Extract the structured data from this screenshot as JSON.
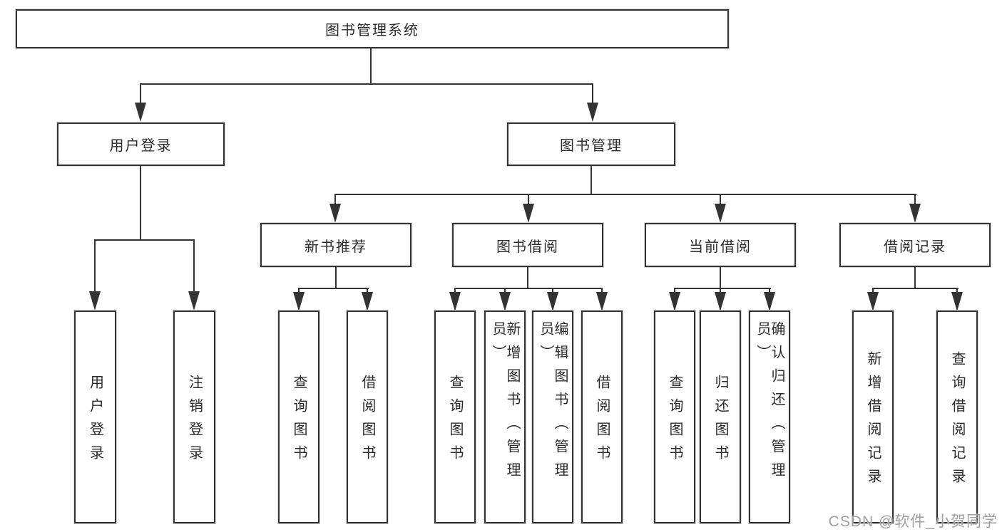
{
  "tree": {
    "root": "图书管理系统",
    "branches": [
      {
        "label": "用户登录",
        "children": [
          "用户登录",
          "注销登录"
        ]
      },
      {
        "label": "图书管理",
        "sections": [
          {
            "label": "新书推荐",
            "children": [
              "查询图书",
              "借阅图书"
            ]
          },
          {
            "label": "图书借阅",
            "children": [
              "查询图书",
              "新增图书（管理员）",
              "编辑图书（管理员）",
              "借阅图书"
            ]
          },
          {
            "label": "当前借阅",
            "children": [
              "查询图书",
              "归还图书",
              "确认归还（管理员）"
            ]
          },
          {
            "label": "借阅记录",
            "children": [
              "新增借阅记录",
              "查询借阅记录"
            ]
          }
        ]
      }
    ]
  },
  "watermark": "CSDN @软件_小贺同学",
  "colors": {
    "line": "#333333",
    "text": "#2b2b2b",
    "box_background": "#ffffff",
    "watermark": "#9e9ea4"
  }
}
